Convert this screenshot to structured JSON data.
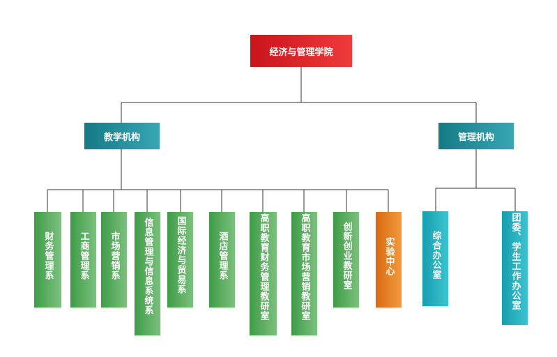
{
  "root": {
    "label": "经济与管理学院"
  },
  "branches": [
    {
      "label": "教学机构"
    },
    {
      "label": "管理机构"
    }
  ],
  "teaching_units": [
    {
      "label": "财务管理系"
    },
    {
      "label": "工商管理系"
    },
    {
      "label": "市场营销系"
    },
    {
      "label": "信息管理与信息系统系"
    },
    {
      "label": "国际经济与贸易系"
    },
    {
      "label": "酒店管理系"
    },
    {
      "label": "高职教育财务管理教研室"
    },
    {
      "label": "高职教育市场营销教研室"
    },
    {
      "label": "创新创业教研室"
    },
    {
      "label": "实验中心"
    }
  ],
  "management_units": [
    {
      "label": "综合办公室"
    },
    {
      "label": "团委、学生工作办公室"
    }
  ],
  "colors": {
    "root": "#d7191f",
    "branch": "#1f8a95",
    "teaching": "#4fa756",
    "lab": "#e77c1f",
    "management": "#22adbd",
    "line": "#333333"
  }
}
